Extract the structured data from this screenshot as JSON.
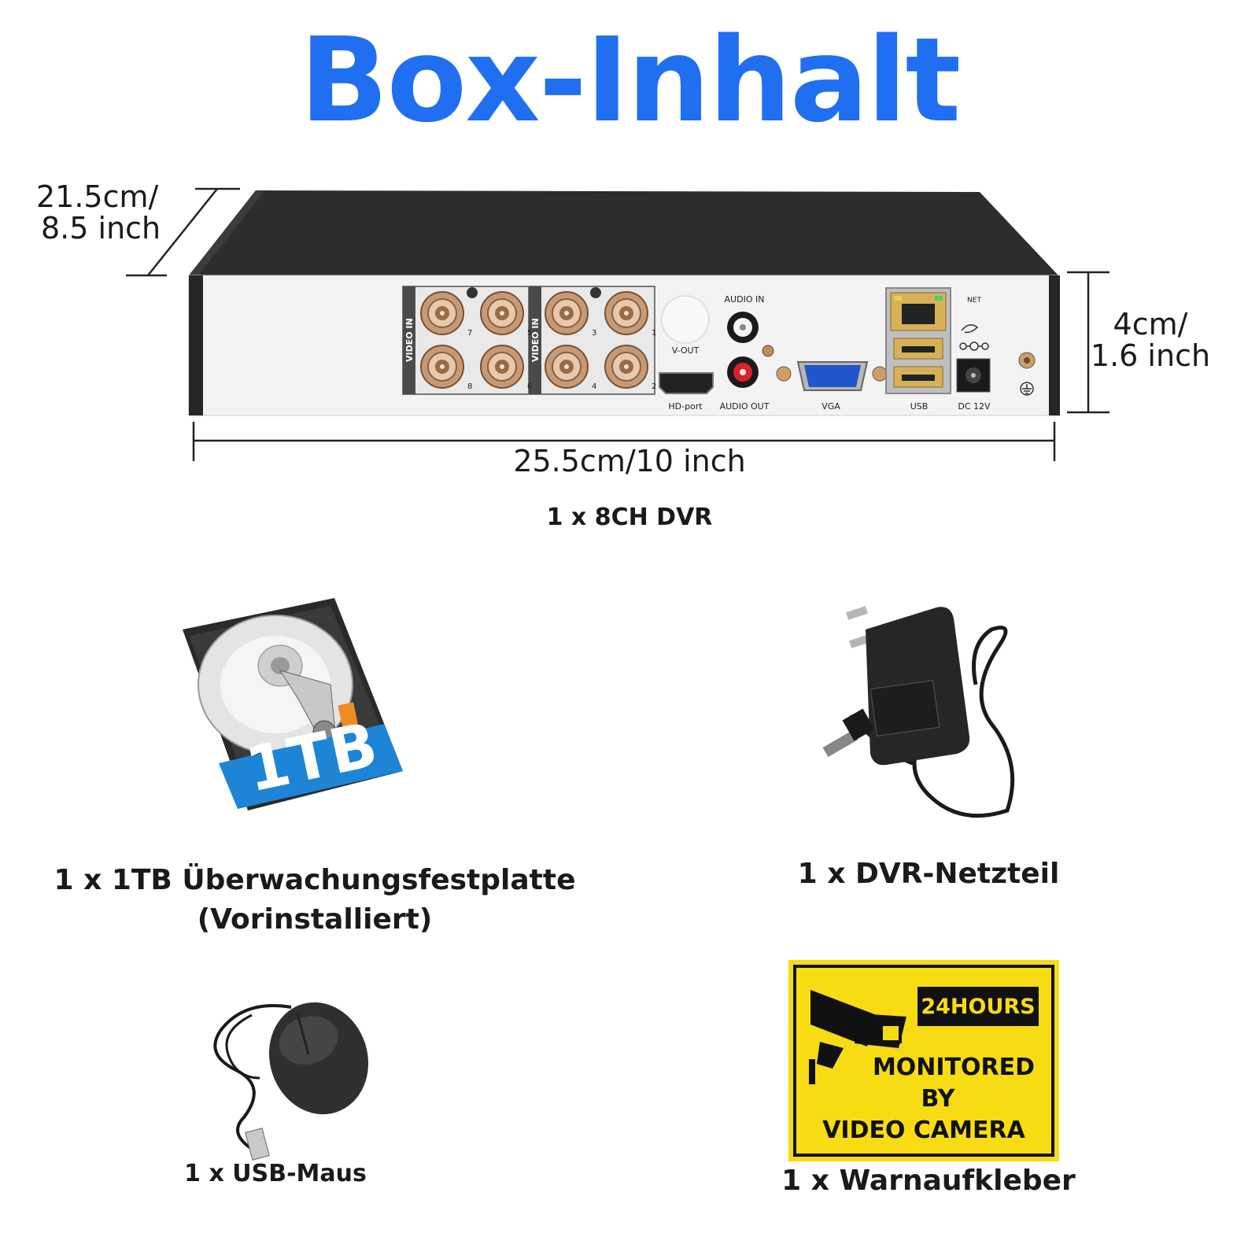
{
  "title": "Box-Inhalt",
  "colors": {
    "title": "#1f6ff0",
    "sign_yellow": "#f7dc14",
    "hdd_blue": "#1e84d6",
    "dvr_top": "#2d2d2d"
  },
  "dvr": {
    "dim_depth_line1": "21.5cm/",
    "dim_depth_line2": "8.5 inch",
    "dim_height_line1": "4cm/",
    "dim_height_line2": "1.6 inch",
    "dim_width": "25.5cm/10 inch",
    "caption": "1 x 8CH DVR",
    "panel": {
      "video_in": "VIDEO IN",
      "channels": [
        "7",
        "5",
        "3",
        "1",
        "8",
        "6",
        "4",
        "2"
      ],
      "audio_in": "AUDIO IN",
      "v_out": "V-OUT",
      "hd_port": "HD-port",
      "audio_out": "AUDIO OUT",
      "vga": "VGA",
      "net": "NET",
      "usb": "USB",
      "dc": "DC 12V"
    }
  },
  "hdd": {
    "label": "1TB",
    "caption_line1": "1 x 1TB Überwachungsfestplatte",
    "caption_line2": "(Vorinstalliert)"
  },
  "adapter": {
    "caption": "1 x DVR-Netzteil"
  },
  "mouse": {
    "caption": "1 x USB-Maus"
  },
  "sticker": {
    "badge": "24HOURS",
    "line1": "MONITORED",
    "line2": "BY",
    "line3": "VIDEO CAMERA",
    "caption": "1 x Warnaufkleber"
  }
}
